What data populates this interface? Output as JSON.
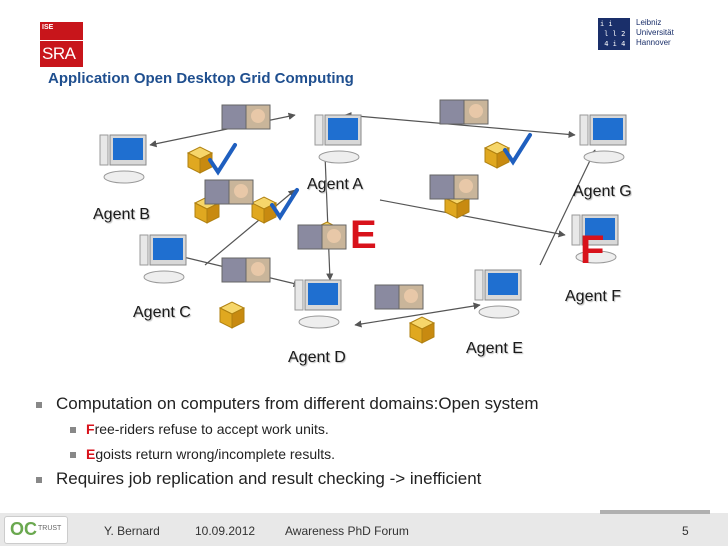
{
  "header": {
    "logo_left": {
      "top_text": "ISE",
      "main_text": "SRA"
    },
    "logo_right": {
      "mark_text": "i i\n l l 2\n 4 i 4",
      "name_text": "Leibniz\nUniversität\nHannover"
    },
    "title": "Application Open Desktop Grid Computing"
  },
  "diagram": {
    "agents": [
      {
        "id": "A",
        "label": "Agent A"
      },
      {
        "id": "B",
        "label": "Agent B"
      },
      {
        "id": "C",
        "label": "Agent C"
      },
      {
        "id": "D",
        "label": "Agent D"
      },
      {
        "id": "E",
        "label": "Agent E"
      },
      {
        "id": "F",
        "label": "Agent F"
      },
      {
        "id": "G",
        "label": "Agent G"
      }
    ],
    "markers": {
      "E": "E",
      "F": "F"
    }
  },
  "bullets": {
    "b1": "Computation on computers from different domains:Open system",
    "b2a_letter": "F",
    "b2a_rest": "ree-riders refuse to accept work units.",
    "b2b_letter": "E",
    "b2b_rest": "goists return wrong/incomplete results.",
    "b3": "Requires job replication and result checking  -> inefficient"
  },
  "footer": {
    "logo": {
      "oc": "OC",
      "trust": "TRUST"
    },
    "author": "Y. Bernard",
    "date": "10.09.2012",
    "event": "Awareness PhD Forum",
    "page": "5"
  },
  "colors": {
    "title": "#1f4f8f",
    "accent_red": "#d8121b",
    "logo_red": "#c8151b",
    "luh_blue": "#1a2f6a",
    "check_blue": "#1f5fbf",
    "cube_gold": "#e8b020"
  }
}
